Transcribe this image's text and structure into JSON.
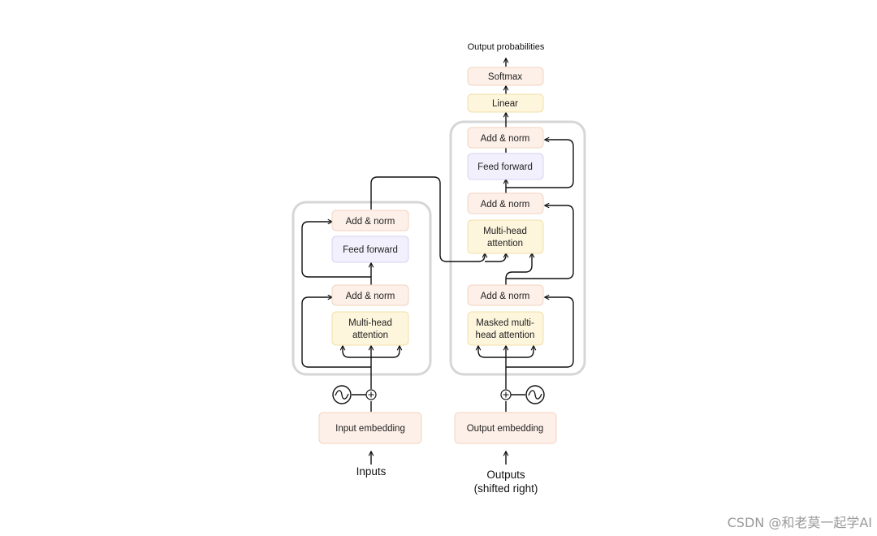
{
  "colors": {
    "norm_fill": "#fdf0e8",
    "norm_stroke": "#f3d3c0",
    "attn_fill": "#fdf5dc",
    "attn_stroke": "#f2e0a8",
    "ff_fill": "#f1f0fc",
    "ff_stroke": "#d6d3f2",
    "stack_stroke": "#d6d6d6"
  },
  "encoder": {
    "add_norm_top": "Add & norm",
    "feed_forward": "Feed forward",
    "add_norm_bottom": "Add & norm",
    "attention": [
      "Multi-head",
      "attention"
    ],
    "embedding": "Input embedding",
    "inputs_label": "Inputs"
  },
  "decoder": {
    "add_norm_top": "Add & norm",
    "feed_forward": "Feed forward",
    "add_norm_mid": "Add & norm",
    "cross_attention": [
      "Multi-head",
      "attention"
    ],
    "add_norm_bottom": "Add & norm",
    "masked_attention": [
      "Masked multi-",
      "head attention"
    ],
    "embedding": "Output embedding",
    "outputs_label": [
      "Outputs",
      "(shifted right)"
    ]
  },
  "head": {
    "linear": "Linear",
    "softmax": "Softmax",
    "output_label": "Output probabilities"
  },
  "icons": [
    "positional-encoding-icon",
    "add-circle-icon",
    "arrow-icon"
  ],
  "watermark": "CSDN @和老莫一起学AI"
}
